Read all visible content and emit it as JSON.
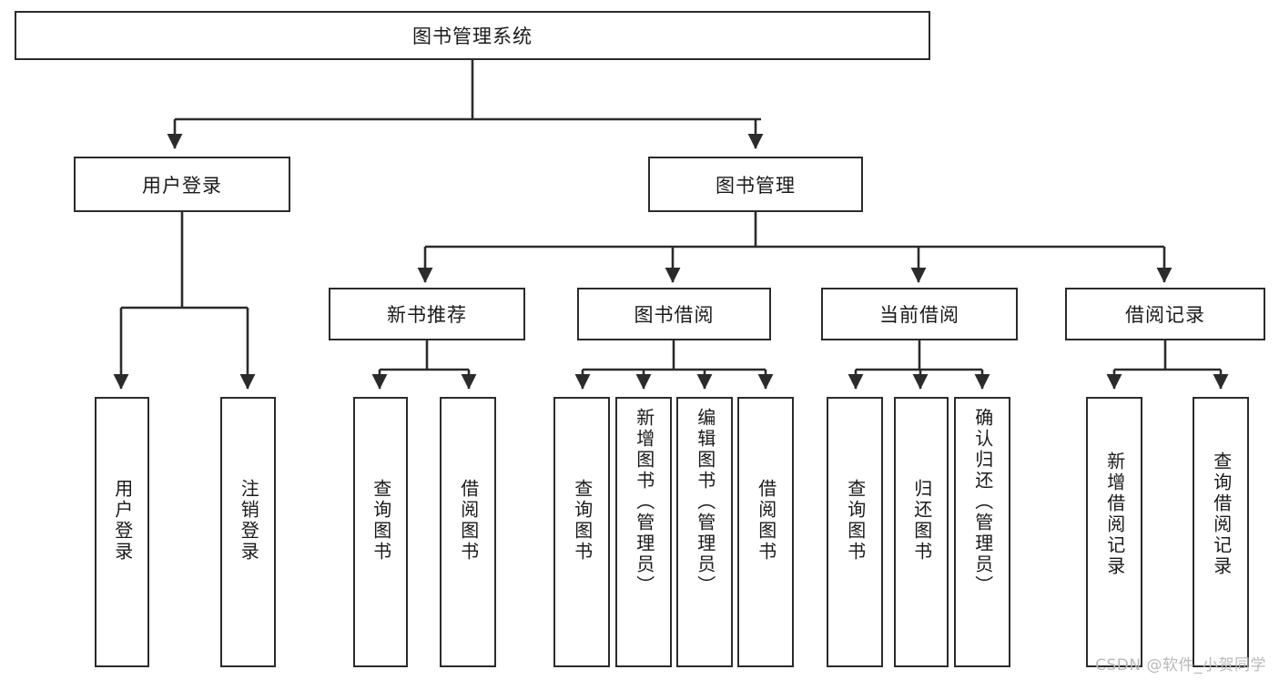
{
  "diagram": {
    "type": "tree",
    "title": "图书管理系统",
    "watermark": "CSDN @软件_小贺同学",
    "colors": {
      "box_border": "#2b2b2b",
      "box_fill": "#ffffff",
      "connector": "#2b2b2b",
      "text": "#1a1a1a",
      "watermark": "#b9b9b9"
    },
    "root": {
      "label": "图书管理系统"
    },
    "level1": [
      {
        "id": "user-login",
        "label": "用户登录"
      },
      {
        "id": "book-manage",
        "label": "图书管理"
      }
    ],
    "level2": [
      {
        "id": "new-book-recommend",
        "label": "新书推荐",
        "parent": "book-manage"
      },
      {
        "id": "book-borrow",
        "label": "图书借阅",
        "parent": "book-manage"
      },
      {
        "id": "current-borrow",
        "label": "当前借阅",
        "parent": "book-manage"
      },
      {
        "id": "borrow-record",
        "label": "借阅记录",
        "parent": "book-manage"
      }
    ],
    "leaves": {
      "user_login": [
        {
          "id": "leaf-user-login",
          "label": "用户登录"
        },
        {
          "id": "leaf-logout-login",
          "label": "注销登录"
        }
      ],
      "new_book_recommend": [
        {
          "id": "leaf-query-book-1",
          "label": "查询图书"
        },
        {
          "id": "leaf-borrow-book-1",
          "label": "借阅图书"
        }
      ],
      "book_borrow": [
        {
          "id": "leaf-query-book-2",
          "label": "查询图书"
        },
        {
          "id": "leaf-add-book",
          "label": "新增图书（管理员）"
        },
        {
          "id": "leaf-edit-book",
          "label": "编辑图书（管理员）"
        },
        {
          "id": "leaf-borrow-book-2",
          "label": "借阅图书"
        }
      ],
      "current_borrow": [
        {
          "id": "leaf-query-book-3",
          "label": "查询图书"
        },
        {
          "id": "leaf-return-book",
          "label": "归还图书"
        },
        {
          "id": "leaf-confirm-return",
          "label": "确认归还（管理员）"
        }
      ],
      "borrow_record": [
        {
          "id": "leaf-add-record",
          "label": "新增借阅记录"
        },
        {
          "id": "leaf-query-record",
          "label": "查询借阅记录"
        }
      ]
    }
  }
}
